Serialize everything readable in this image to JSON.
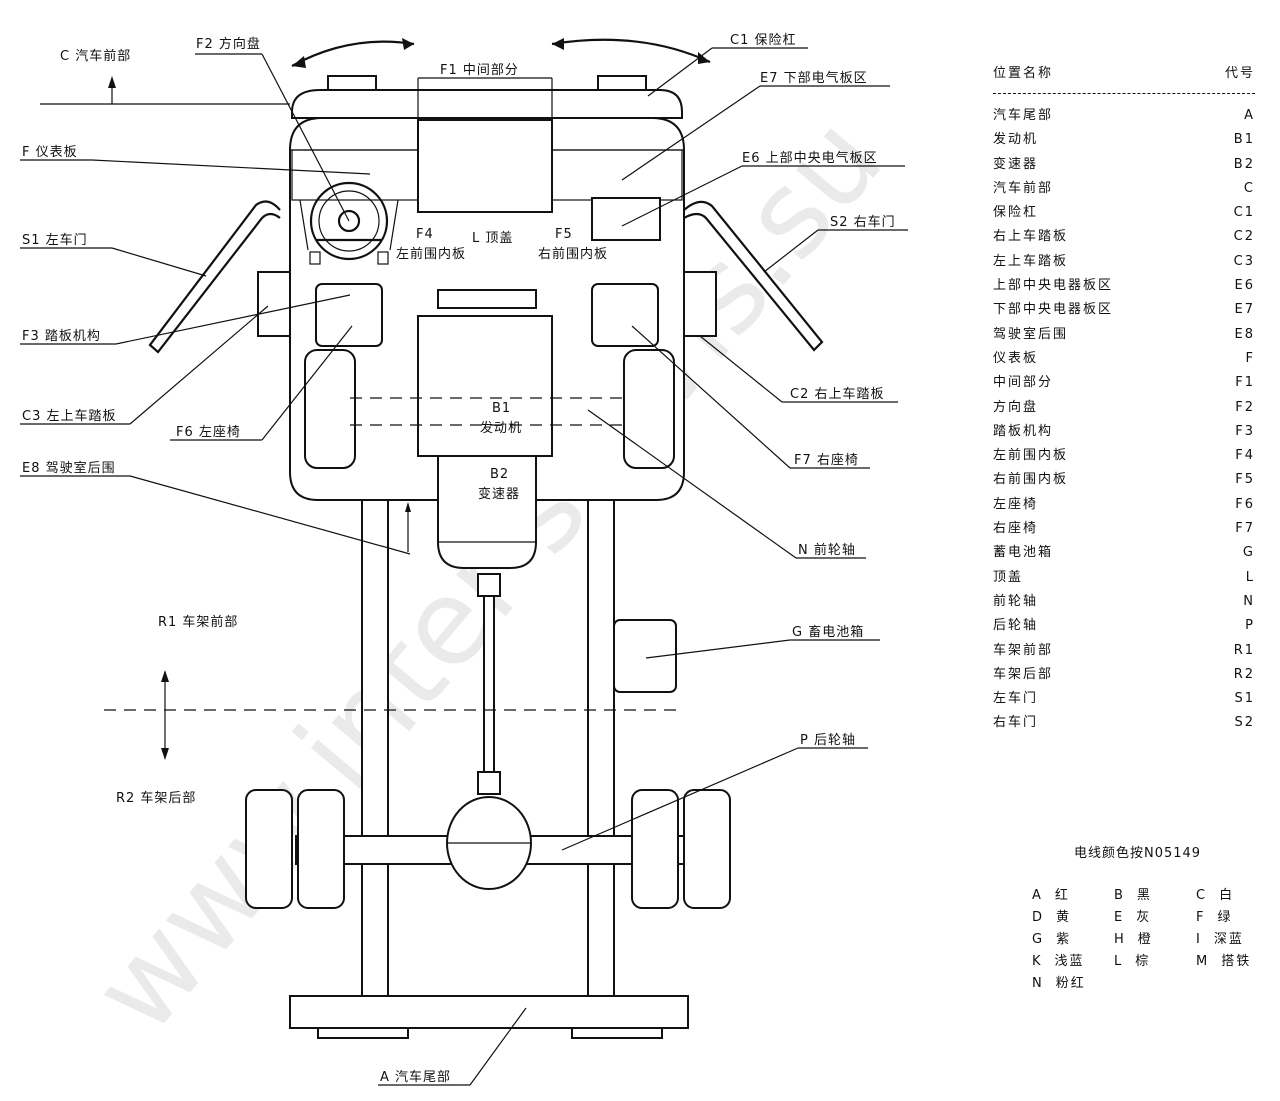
{
  "callouts": {
    "c_front": "C 汽车前部",
    "f2": "F2 方向盘",
    "f1": "F1 中间部分",
    "c1": "C1 保险杠",
    "e7": "E7 下部电气板区",
    "f": "F 仪表板",
    "e6": "E6 上部中央电气板区",
    "f4_code": "F4",
    "f4_name": "左前围内板",
    "l": "L 顶盖",
    "f5_code": "F5",
    "f5_name": "右前围内板",
    "s1": "S1 左车门",
    "s2": "S2 右车门",
    "f3": "F3 踏板机构",
    "c3": "C3 左上车踏板",
    "c2": "C2 右上车踏板",
    "b1_code": "B1",
    "b1_name": "发动机",
    "f6": "F6 左座椅",
    "f7": "F7 右座椅",
    "e8": "E8 驾驶室后围",
    "b2_code": "B2",
    "b2_name": "变速器",
    "n": "N 前轮轴",
    "g": "G 畜电池箱",
    "r1": "R1 车架前部",
    "r2": "R2 车架后部",
    "p": "P 后轮轴",
    "a": "A 汽车尾部"
  },
  "legend": {
    "header_name": "位置名称",
    "header_code": "代号",
    "rows": [
      {
        "name": "汽车尾部",
        "code": "A"
      },
      {
        "name": "发动机",
        "code": "B1"
      },
      {
        "name": "变速器",
        "code": "B2"
      },
      {
        "name": "汽车前部",
        "code": "C"
      },
      {
        "name": "保险杠",
        "code": "C1"
      },
      {
        "name": "右上车踏板",
        "code": "C2"
      },
      {
        "name": "左上车踏板",
        "code": "C3"
      },
      {
        "name": "上部中央电器板区",
        "code": "E6"
      },
      {
        "name": "下部中央电器板区",
        "code": "E7"
      },
      {
        "name": "驾驶室后围",
        "code": "E8"
      },
      {
        "name": "仪表板",
        "code": "F"
      },
      {
        "name": "中间部分",
        "code": "F1"
      },
      {
        "name": "方向盘",
        "code": "F2"
      },
      {
        "name": "踏板机构",
        "code": "F3"
      },
      {
        "name": "左前围内板",
        "code": "F4"
      },
      {
        "name": "右前围内板",
        "code": "F5"
      },
      {
        "name": "左座椅",
        "code": "F6"
      },
      {
        "name": "右座椅",
        "code": "F7"
      },
      {
        "name": "蓄电池箱",
        "code": "G"
      },
      {
        "name": "顶盖",
        "code": "L"
      },
      {
        "name": "前轮轴",
        "code": "N"
      },
      {
        "name": "后轮轴",
        "code": "P"
      },
      {
        "name": "车架前部",
        "code": "R1"
      },
      {
        "name": "车架后部",
        "code": "R2"
      },
      {
        "name": "左车门",
        "code": "S1"
      },
      {
        "name": "右车门",
        "code": "S2"
      }
    ]
  },
  "wire_colors": {
    "title": "电线颜色按N05149",
    "items": [
      {
        "code": "A",
        "name": "红"
      },
      {
        "code": "B",
        "name": "黑"
      },
      {
        "code": "C",
        "name": "白"
      },
      {
        "code": "D",
        "name": "黄"
      },
      {
        "code": "E",
        "name": "灰"
      },
      {
        "code": "F",
        "name": "绿"
      },
      {
        "code": "G",
        "name": "紫"
      },
      {
        "code": "H",
        "name": "橙"
      },
      {
        "code": "I",
        "name": "深蓝"
      },
      {
        "code": "K",
        "name": "浅蓝"
      },
      {
        "code": "L",
        "name": "棕"
      },
      {
        "code": "M",
        "name": "搭铁"
      },
      {
        "code": "N",
        "name": "粉红"
      }
    ]
  },
  "watermark": "www.inter-servis.su"
}
